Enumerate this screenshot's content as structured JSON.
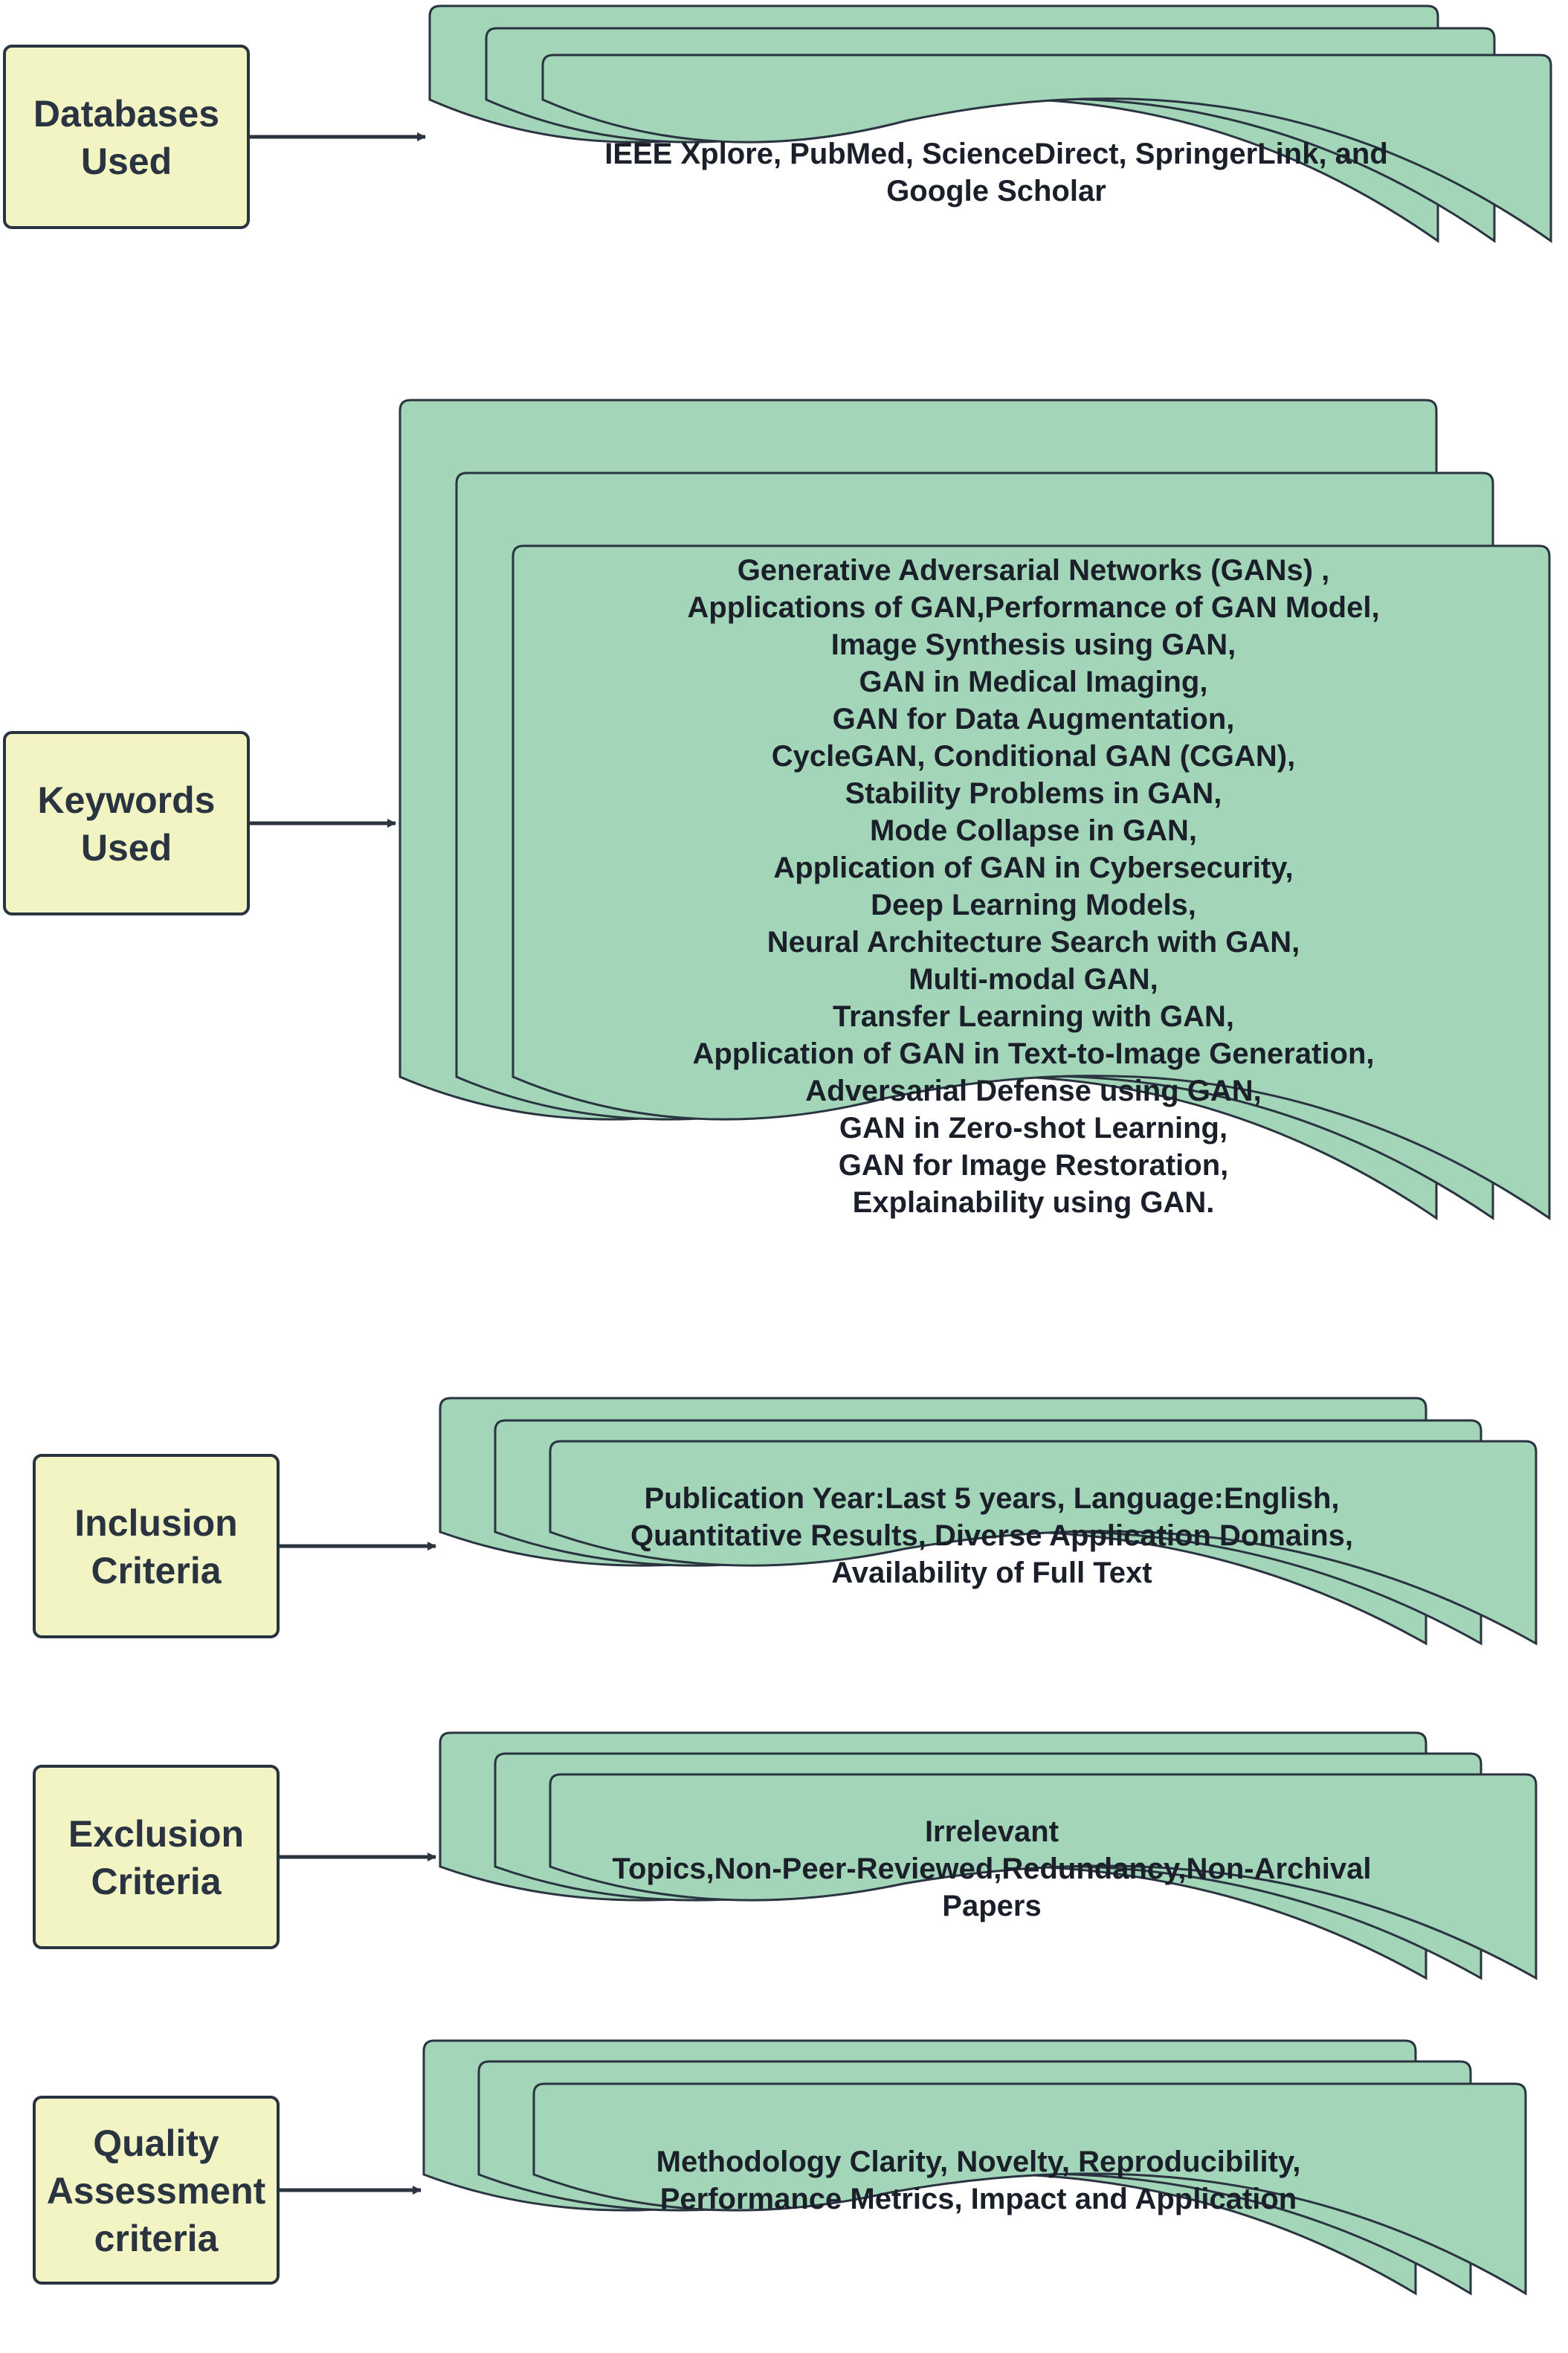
{
  "colors": {
    "label_fill": "#f2f4c4",
    "doc_fill": "#a3d6b9",
    "stroke": "#2a3340",
    "text": "#1a1f2a"
  },
  "rows": [
    {
      "label_lines": [
        "Databases",
        "Used"
      ],
      "content_lines": [
        "IEEE Xplore, PubMed, ScienceDirect, SpringerLink, and",
        "Google Scholar"
      ]
    },
    {
      "label_lines": [
        "Keywords",
        "Used"
      ],
      "content_lines": [
        "Generative Adversarial Networks (GANs) ,",
        "Applications of GAN,Performance of GAN Model,",
        "Image Synthesis using GAN,",
        "GAN in Medical Imaging,",
        "GAN for Data Augmentation,",
        "CycleGAN, Conditional GAN (CGAN),",
        "Stability Problems in GAN,",
        "Mode Collapse in GAN,",
        "Application of GAN in Cybersecurity,",
        "Deep Learning Models,",
        "Neural Architecture Search with GAN,",
        "Multi-modal GAN,",
        "Transfer Learning with GAN,",
        "Application of GAN in Text-to-Image Generation,",
        "Adversarial Defense using GAN,",
        "GAN in Zero-shot Learning,",
        "GAN for Image Restoration,",
        "Explainability using GAN."
      ]
    },
    {
      "label_lines": [
        "Inclusion",
        "Criteria"
      ],
      "content_lines": [
        "Publication Year:Last 5 years, Language:English,",
        "Quantitative Results, Diverse Application Domains,",
        "Availability of Full Text"
      ]
    },
    {
      "label_lines": [
        "Exclusion",
        "Criteria"
      ],
      "content_lines": [
        "Irrelevant",
        "Topics,Non-Peer-Reviewed,Redundancy,Non-Archival",
        "Papers"
      ]
    },
    {
      "label_lines": [
        "Quality",
        "Assessment",
        "criteria"
      ],
      "content_lines": [
        "Methodology Clarity, Novelty, Reproducibility,",
        "Performance Metrics, Impact and Application"
      ]
    }
  ]
}
